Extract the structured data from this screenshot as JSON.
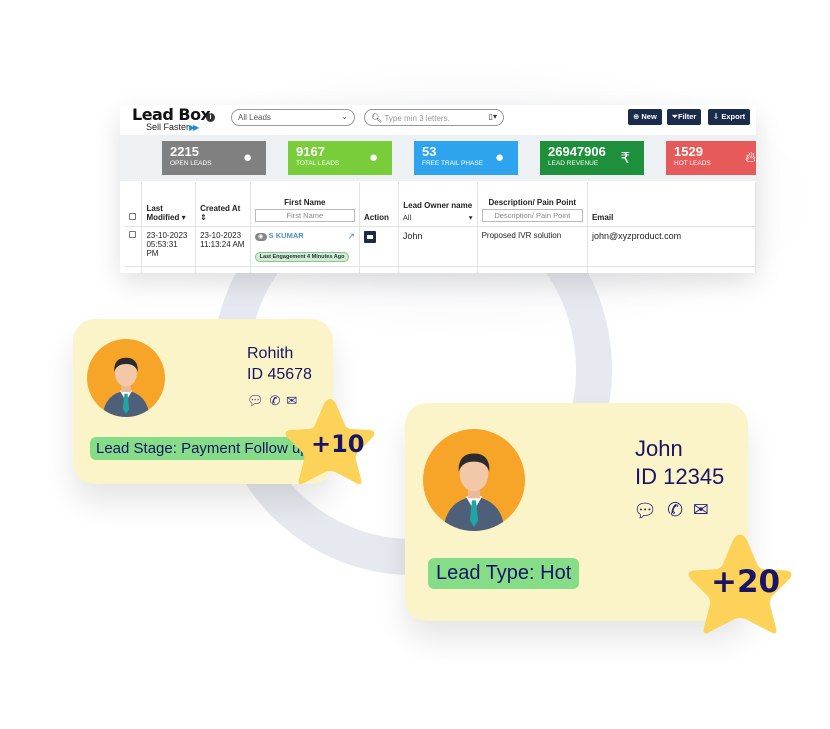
{
  "app": {
    "logo_name": "Lead Box",
    "logo_tagline": "Sell Faster",
    "logo_arrows": "▶▶",
    "filter_select": "All Leads",
    "search_placeholder": "Type min 3 letters.",
    "buttons": {
      "new": "New",
      "filter": "Filter",
      "export": "Export"
    }
  },
  "stats": [
    {
      "value": "2215",
      "label": "OPEN LEADS",
      "color": "#808080",
      "icon": "user-icon"
    },
    {
      "value": "9167",
      "label": "TOTAL LEADS",
      "color": "#79cc3a",
      "icon": "user-icon"
    },
    {
      "value": "53",
      "label": "FREE TRAIL PHASE",
      "color": "#2ea4ee",
      "icon": "user-icon"
    },
    {
      "value": "26947906",
      "label": "LEAD REVENUE",
      "color": "#1e8f3a",
      "icon": "rupee-icon"
    },
    {
      "value": "1529",
      "label": "HOT LEADS",
      "color": "#e65a5a",
      "icon": "fire-icon"
    }
  ],
  "table": {
    "headers": {
      "last_modified": "Last Modified",
      "created_at": "Created At",
      "first_name": "First Name",
      "first_name_placeholder": "First Name",
      "action": "Action",
      "lead_owner": "Lead Owner name",
      "lead_owner_select": "All",
      "description": "Description/ Pain Point",
      "description_placeholder": "Description/ Pain Point",
      "email": "Email"
    },
    "rows": [
      {
        "last_modified_date": "23-10-2023",
        "last_modified_time": "05:53:31 PM",
        "created_date": "23-10-2023",
        "created_time": "11:13:24 AM",
        "first_name": "S KUMAR",
        "engagement": "Last Engagement 4 Minutes Ago",
        "owner": "John",
        "description": "Proposed IVR solution",
        "email": "john@xyzproduct.com"
      }
    ]
  },
  "cards": [
    {
      "name": "Rohith",
      "id": "ID 45678",
      "badge": "Lead Stage: Payment Follow up",
      "points": "+10"
    },
    {
      "name": "John",
      "id": "ID 12345",
      "badge": "Lead Type: Hot",
      "points": "+20"
    }
  ],
  "colors": {
    "star": "#fcd258",
    "card_bg": "#fbf4c9",
    "badge_bg": "#86dd88",
    "avatar_bg": "#f6a529",
    "text_navy": "#1a1466"
  }
}
